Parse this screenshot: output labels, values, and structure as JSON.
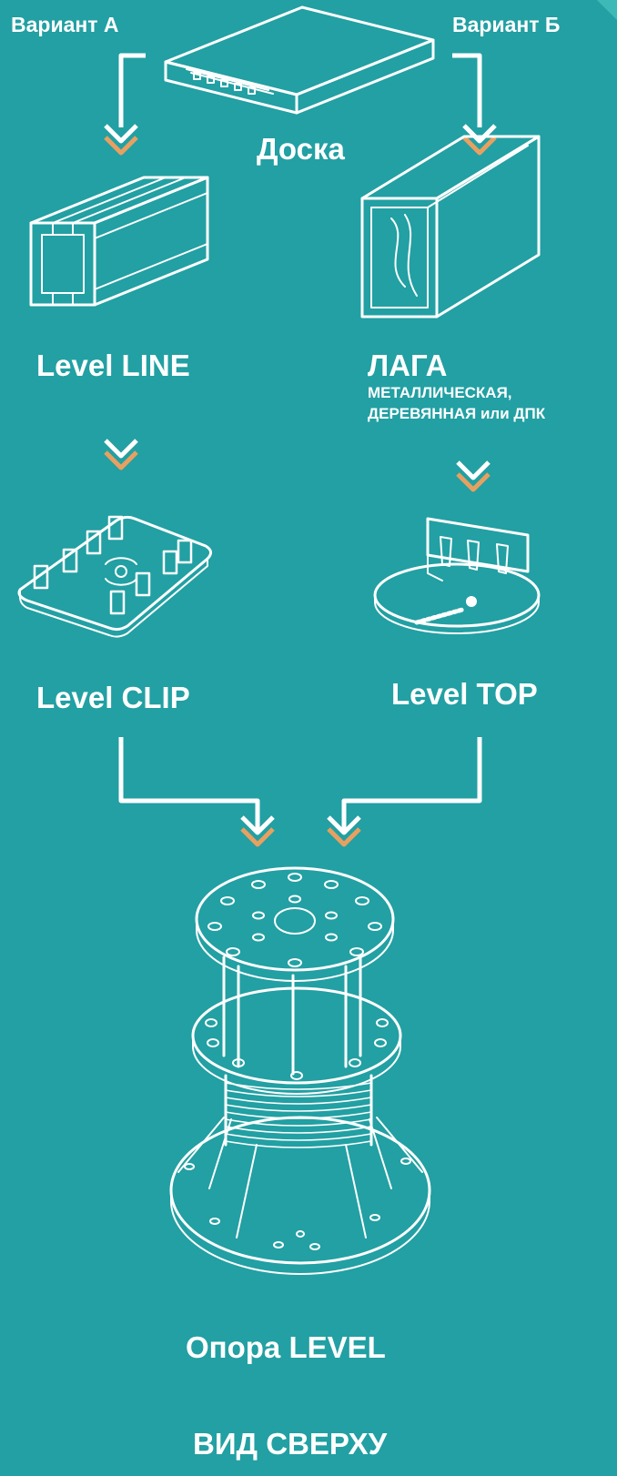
{
  "variants": {
    "a": "Вариант А",
    "b": "Вариант Б"
  },
  "nodes": {
    "board": "Доска",
    "level_line": "Level LINE",
    "laga_title": "ЛАГА",
    "laga_sub1": "МЕТАЛЛИЧЕСКАЯ,",
    "laga_sub2": "ДЕРЕВЯННАЯ или ДПК",
    "level_clip": "Level CLIP",
    "level_top": "Level TOP",
    "support": "Опора LEVEL"
  },
  "footer": {
    "view": "ВИД СВЕРХУ"
  },
  "colors": {
    "background": "#22A0A3",
    "line": "#FFFFFF",
    "accent": "#E8A060"
  },
  "icons": [
    "board-icon",
    "level-line-profile-icon",
    "joist-icon",
    "level-clip-icon",
    "level-top-icon",
    "level-support-pedestal-icon"
  ]
}
